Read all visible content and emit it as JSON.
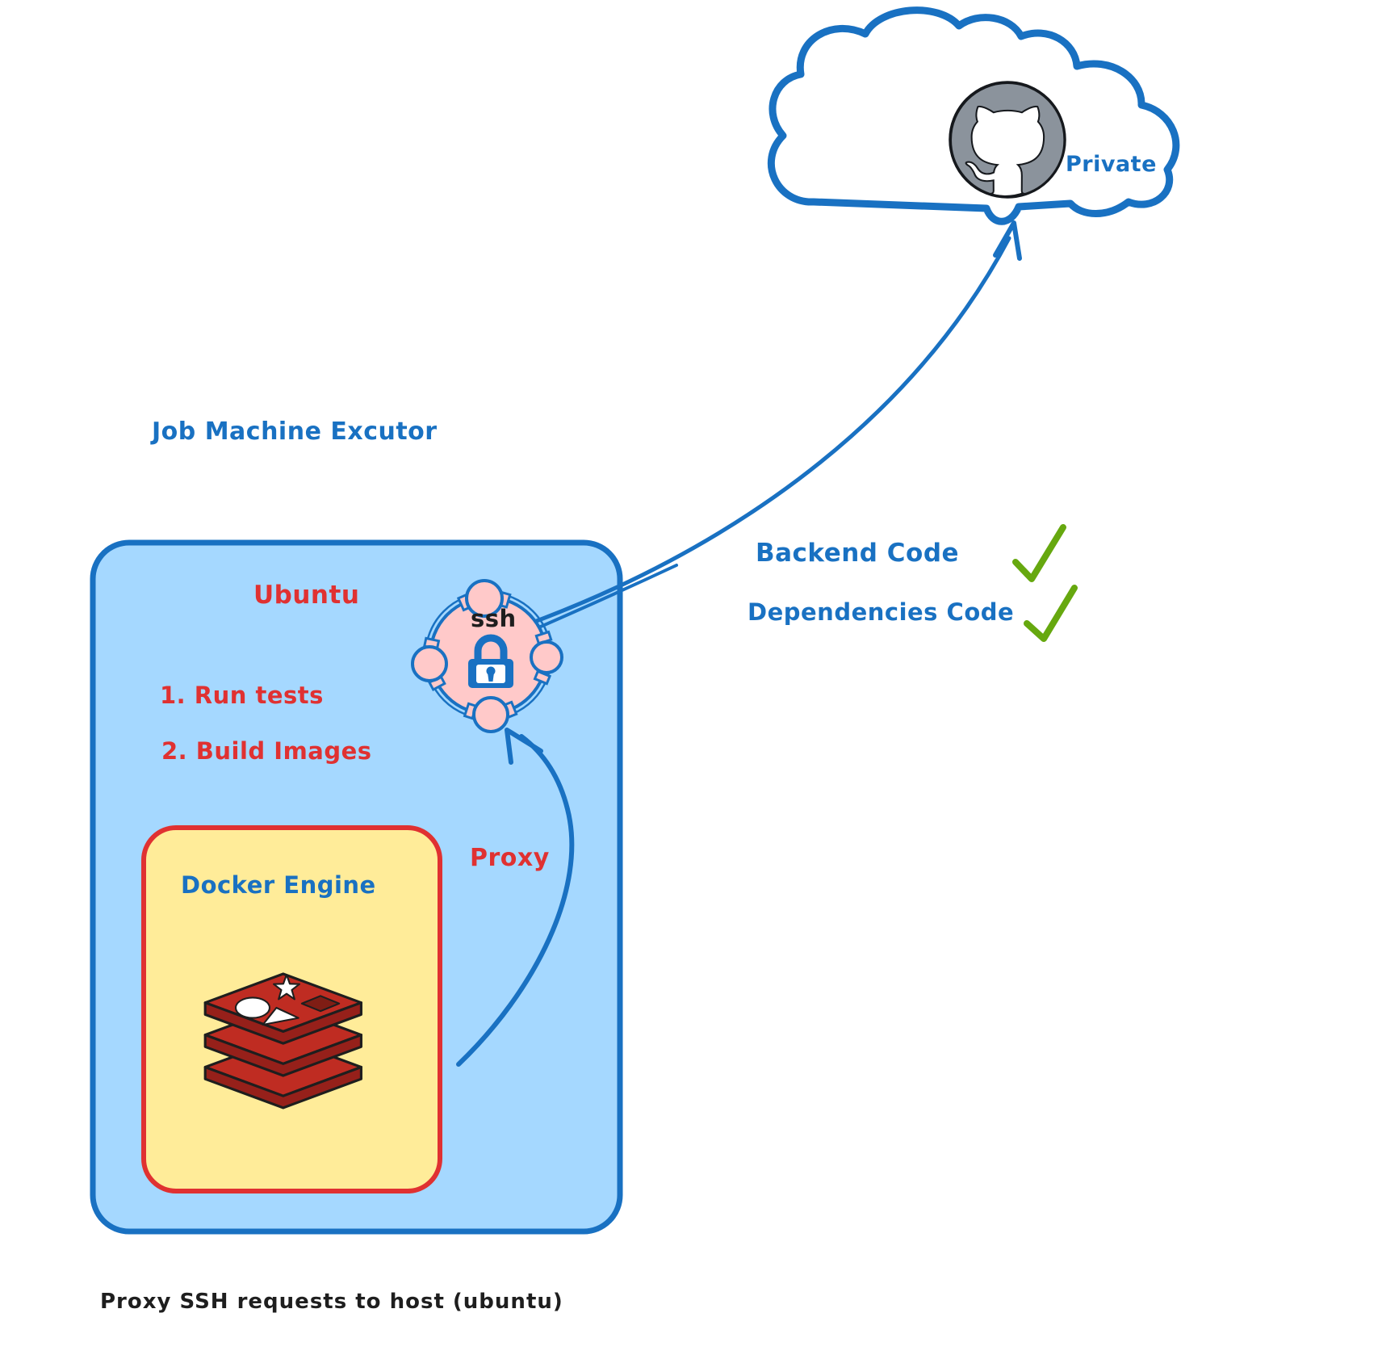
{
  "cloud": {
    "label": "Private",
    "icon": "github-octocat"
  },
  "executor": {
    "heading": "Job Machine Excutor",
    "host_label": "Ubuntu",
    "steps": [
      "1. Run tests",
      "2. Build Images"
    ],
    "docker_box": {
      "label": "Docker Engine",
      "icon": "redis-stack"
    }
  },
  "ssh_node": {
    "label": "ssh",
    "icon": "lock"
  },
  "arrows": {
    "proxy_label": "Proxy"
  },
  "checklist": [
    {
      "label": "Backend Code",
      "checked": true
    },
    {
      "label": "Dependencies Code",
      "checked": true
    }
  ],
  "caption": "Proxy SSH requests to host (ubuntu)",
  "colors": {
    "blue": "#1971c2",
    "light_blue_fill": "#a5d8ff",
    "red": "#e03131",
    "yellow_fill": "#ffec99",
    "pink_fill": "#ffc9c9",
    "green_check": "#66a80f",
    "github_gray": "#8b939c",
    "ink": "#1e1e1e"
  }
}
